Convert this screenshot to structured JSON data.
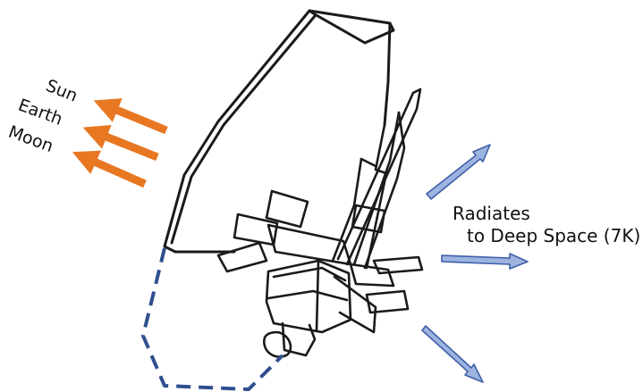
{
  "sources": {
    "sun": "Sun",
    "earth": "Earth",
    "moon": "Moon"
  },
  "radiation": {
    "line1": "Radiates",
    "line2": "to Deep Space (7K)"
  },
  "colors": {
    "incoming_arrow": "#e87722",
    "outgoing_arrow": "#9db3e0",
    "outgoing_arrow_stroke": "#3e5fa8",
    "dashed_outline": "#2f4f8f",
    "sketch": "#1a1a1a"
  }
}
